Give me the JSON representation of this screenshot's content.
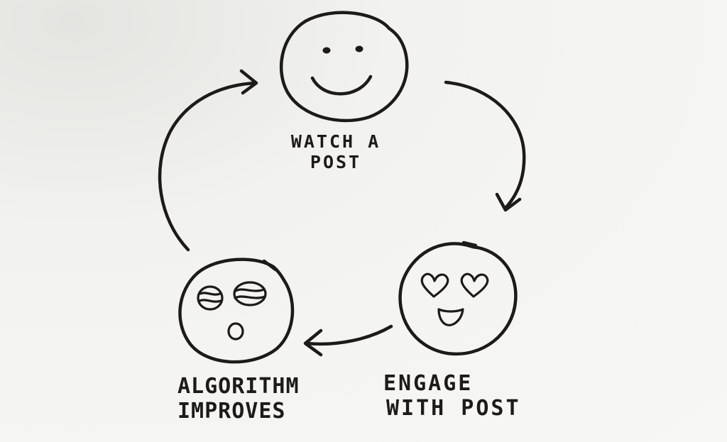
{
  "diagram": {
    "nodes": [
      {
        "id": "watch",
        "face": "smiley-face-icon",
        "label_lines": [
          "WATCH A",
          "POST"
        ]
      },
      {
        "id": "engage",
        "face": "heart-eyes-face-icon",
        "label_lines": [
          "ENGAGE",
          "WITH POST"
        ]
      },
      {
        "id": "algorithm",
        "face": "dazed-face-icon",
        "label_lines": [
          "ALGORITHM",
          "IMPROVES"
        ]
      }
    ],
    "edges": [
      {
        "from": "watch",
        "to": "engage"
      },
      {
        "from": "engage",
        "to": "algorithm"
      },
      {
        "from": "algorithm",
        "to": "watch"
      }
    ],
    "ink_color": "#1d1a1a",
    "paper_color": "#f6f6f4"
  }
}
